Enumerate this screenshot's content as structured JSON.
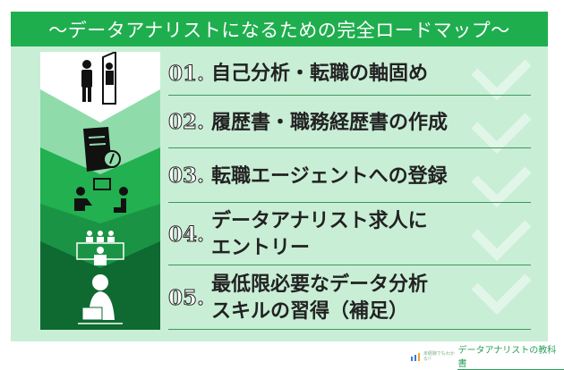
{
  "header": {
    "title": "〜データアナリストになるための完全ロードマップ〜"
  },
  "steps": [
    {
      "num": "01.",
      "lines": [
        "自己分析・転職の軸固め"
      ],
      "icon": "person-mirror-icon"
    },
    {
      "num": "02.",
      "lines": [
        "履歴書・職務経歴書の作成"
      ],
      "icon": "document-pen-icon"
    },
    {
      "num": "03.",
      "lines": [
        "転職エージェントへの登録"
      ],
      "icon": "consultation-icon"
    },
    {
      "num": "04.",
      "lines": [
        "データアナリスト求人に",
        "エントリー"
      ],
      "icon": "interview-icon"
    },
    {
      "num": "05.",
      "lines": [
        "最低限必要なデータ分析",
        "スキルの習得（補足）"
      ],
      "icon": "laptop-study-icon"
    }
  ],
  "colors": {
    "header": "#1fae4e",
    "panel": "#c9eed6",
    "seg1": "#ffffff",
    "seg2": "#8fdcaa",
    "seg3": "#22b050",
    "seg4": "#1a9444",
    "seg5": "#0e6a30"
  },
  "logo": {
    "tagline": "未経験でもわかる!!",
    "name": "データアナリストの教科書"
  }
}
